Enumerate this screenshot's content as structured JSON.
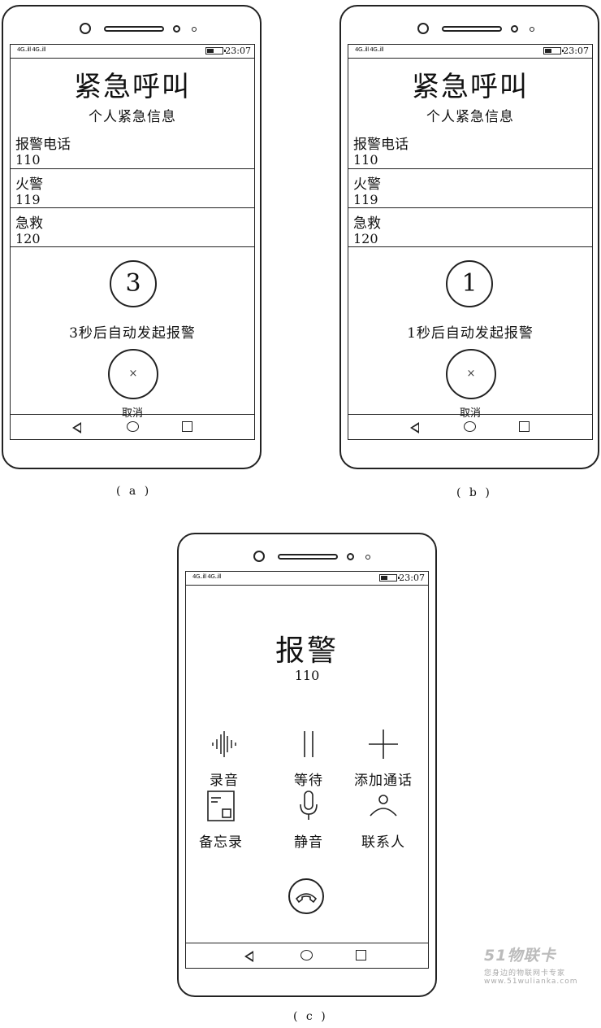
{
  "status": {
    "network": "4G..ill 4G..ill",
    "time": "23:07"
  },
  "panel_a": {
    "caption": "( a )",
    "title": "紧急呼叫",
    "subtitle": "个人紧急信息",
    "contacts": [
      {
        "label": "报警电话",
        "number": "110"
      },
      {
        "label": "火警",
        "number": "119"
      },
      {
        "label": "急救",
        "number": "120"
      }
    ],
    "countdown": "3",
    "countdown_text": "3秒后自动发起报警",
    "cancel_symbol": "×",
    "cancel_label": "取消"
  },
  "panel_b": {
    "caption": "( b )",
    "title": "紧急呼叫",
    "subtitle": "个人紧急信息",
    "contacts": [
      {
        "label": "报警电话",
        "number": "110"
      },
      {
        "label": "火警",
        "number": "119"
      },
      {
        "label": "急救",
        "number": "120"
      }
    ],
    "countdown": "1",
    "countdown_text": "1秒后自动发起报警",
    "cancel_symbol": "×",
    "cancel_label": "取消"
  },
  "panel_c": {
    "caption": "( c )",
    "call_title": "报警",
    "call_number": "110",
    "actions": [
      {
        "label": "录音",
        "icon": "waveform-icon"
      },
      {
        "label": "等待",
        "icon": "pause-icon"
      },
      {
        "label": "添加通话",
        "icon": "plus-icon"
      },
      {
        "label": "备忘录",
        "icon": "memo-icon"
      },
      {
        "label": "静音",
        "icon": "microphone-icon"
      },
      {
        "label": "联系人",
        "icon": "contact-icon"
      }
    ]
  },
  "watermark": {
    "logo": "51物联卡",
    "slogan": "您身边的物联网卡专家",
    "url": "www.51wulianka.com"
  }
}
